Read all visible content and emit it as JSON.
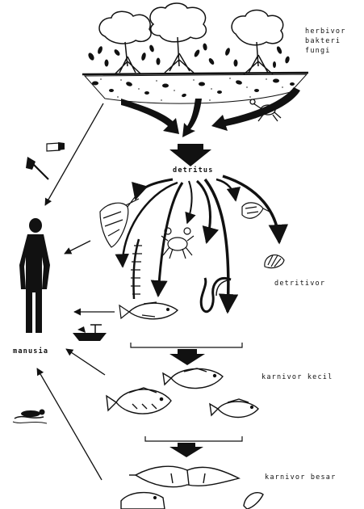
{
  "labels": {
    "herbivor": "herbivor",
    "bakteri": "bakteri",
    "fungi": "fungi",
    "detritus": "detritus",
    "detritivor": "detritivor",
    "manusia": "manusia",
    "karnivor_kecil": "karnivor kecil",
    "karnivor_besar": "karnivor besar"
  },
  "icons": [
    "mangrove-tree-icon",
    "crab-icon",
    "axe-icon",
    "human-silhouette-icon",
    "shrimp-icon",
    "polychaete-worm-icon",
    "fish-icon",
    "eel-icon",
    "shell-icon",
    "boat-icon",
    "swimmer-icon",
    "ray-icon",
    "snapper-icon"
  ],
  "colors": {
    "ink": "#111111",
    "paper": "#ffffff"
  }
}
